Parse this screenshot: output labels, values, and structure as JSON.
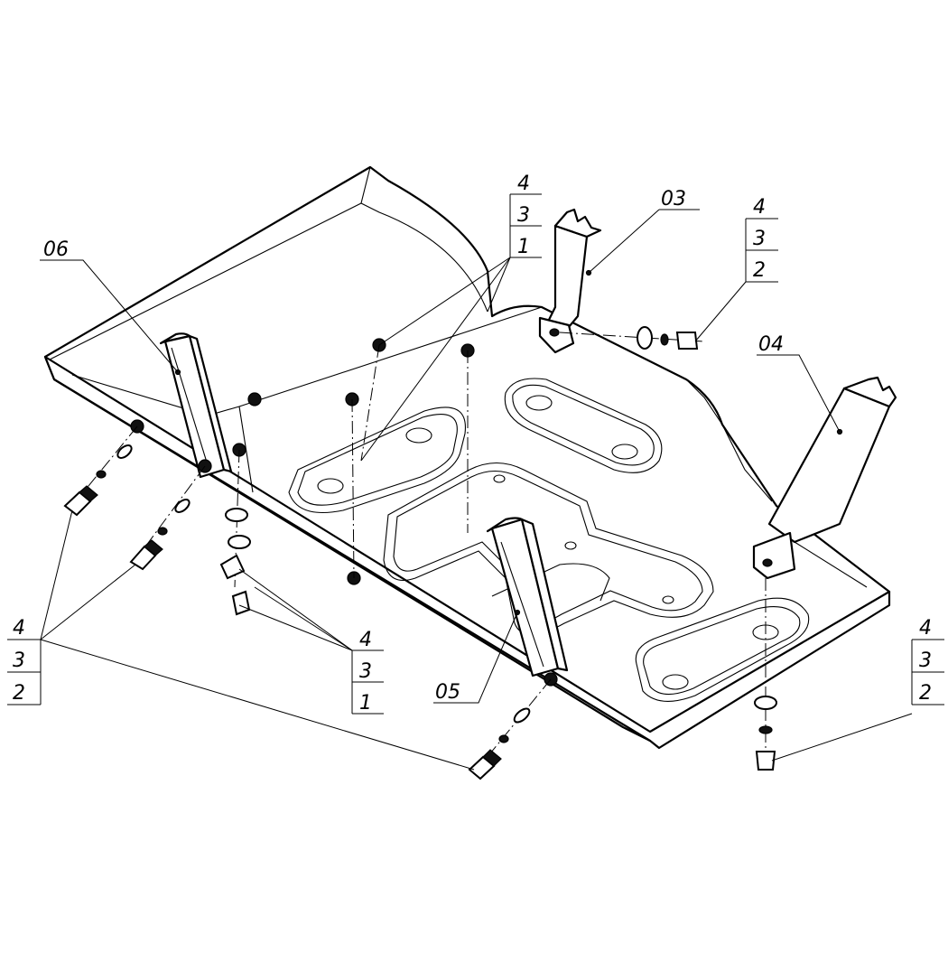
{
  "diagram": {
    "callouts": {
      "part_06": "06",
      "part_03": "03",
      "part_04": "04",
      "part_05": "05"
    },
    "stacks": {
      "top_center": [
        "4",
        "3",
        "1"
      ],
      "top_right": [
        "4",
        "3",
        "2"
      ],
      "left": [
        "4",
        "3",
        "2"
      ],
      "bottom_center": [
        "4",
        "3",
        "1"
      ],
      "bottom_right": [
        "4",
        "3",
        "2"
      ]
    }
  }
}
